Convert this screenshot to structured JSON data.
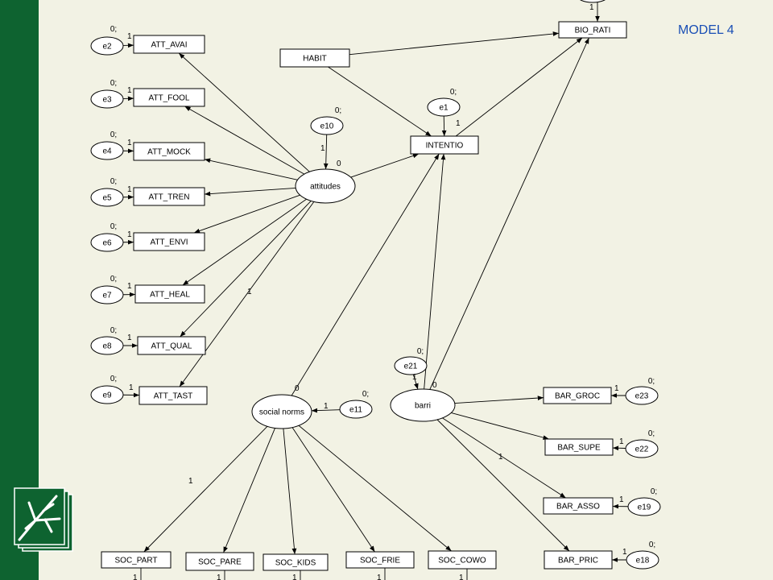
{
  "title": "MODEL 4",
  "colors": {
    "sidebar": "#0e6330",
    "background": "#f2f2e4",
    "title": "#1a4fb5"
  },
  "logo": "tree-book-logo",
  "observed": [
    {
      "id": "att_avai",
      "label": "ATT_AVAI"
    },
    {
      "id": "att_fool",
      "label": "ATT_FOOL"
    },
    {
      "id": "att_mock",
      "label": "ATT_MOCK"
    },
    {
      "id": "att_tren",
      "label": "ATT_TREN"
    },
    {
      "id": "att_envi",
      "label": "ATT_ENVI"
    },
    {
      "id": "att_heal",
      "label": "ATT_HEAL"
    },
    {
      "id": "att_qual",
      "label": "ATT_QUAL"
    },
    {
      "id": "att_tast",
      "label": "ATT_TAST"
    },
    {
      "id": "habit",
      "label": "HABIT"
    },
    {
      "id": "bio_rati",
      "label": "BIO_RATI"
    },
    {
      "id": "intentio",
      "label": "INTENTIO"
    },
    {
      "id": "bar_groc",
      "label": "BAR_GROC"
    },
    {
      "id": "bar_supe",
      "label": "BAR_SUPE"
    },
    {
      "id": "bar_asso",
      "label": "BAR_ASSO"
    },
    {
      "id": "bar_pric",
      "label": "BAR_PRIC"
    },
    {
      "id": "soc_part",
      "label": "SOC_PART"
    },
    {
      "id": "soc_pare",
      "label": "SOC_PARE"
    },
    {
      "id": "soc_kids",
      "label": "SOC_KIDS"
    },
    {
      "id": "soc_frie",
      "label": "SOC_FRIE"
    },
    {
      "id": "soc_cowo",
      "label": "SOC_COWO"
    }
  ],
  "latent": [
    {
      "id": "attitudes",
      "label": "attitudes"
    },
    {
      "id": "social_norms",
      "label": "social norms"
    },
    {
      "id": "barri",
      "label": "barri"
    }
  ],
  "errors": [
    {
      "id": "e2",
      "label": "e2",
      "mean": "0;",
      "weight": "1"
    },
    {
      "id": "e3",
      "label": "e3",
      "mean": "0;",
      "weight": "1"
    },
    {
      "id": "e4",
      "label": "e4",
      "mean": "0;",
      "weight": "1"
    },
    {
      "id": "e5",
      "label": "e5",
      "mean": "0;",
      "weight": "1"
    },
    {
      "id": "e6",
      "label": "e6",
      "mean": "0;",
      "weight": "1"
    },
    {
      "id": "e7",
      "label": "e7",
      "mean": "0;",
      "weight": "1"
    },
    {
      "id": "e8",
      "label": "e8",
      "mean": "0;",
      "weight": "1"
    },
    {
      "id": "e9",
      "label": "e9",
      "mean": "0;",
      "weight": "1"
    },
    {
      "id": "e10",
      "label": "e10",
      "mean": "0;",
      "weight": "1"
    },
    {
      "id": "e1",
      "label": "e1",
      "mean": "0;",
      "weight": "1"
    },
    {
      "id": "e11",
      "label": "e11",
      "mean": "0;",
      "weight": "1"
    },
    {
      "id": "e21",
      "label": "e21",
      "mean": "0;",
      "weight": "1"
    },
    {
      "id": "e23",
      "label": "e23",
      "mean": "0;",
      "weight": "1"
    },
    {
      "id": "e22",
      "label": "e22",
      "mean": "0;",
      "weight": "1"
    },
    {
      "id": "e19",
      "label": "e19",
      "mean": "0;",
      "weight": "1"
    },
    {
      "id": "e18",
      "label": "e18",
      "mean": "0;",
      "weight": "1"
    }
  ],
  "latent_means": {
    "attitudes": "0",
    "social_norms": "0",
    "barri": "0"
  },
  "path_labels": {
    "att_tast": "1",
    "soc_part": "1",
    "bar_supe": "1"
  },
  "paths": [
    {
      "from": "attitudes",
      "to": "att_avai"
    },
    {
      "from": "attitudes",
      "to": "att_fool"
    },
    {
      "from": "attitudes",
      "to": "att_mock"
    },
    {
      "from": "attitudes",
      "to": "att_tren"
    },
    {
      "from": "attitudes",
      "to": "att_envi"
    },
    {
      "from": "attitudes",
      "to": "att_heal"
    },
    {
      "from": "attitudes",
      "to": "att_qual"
    },
    {
      "from": "attitudes",
      "to": "att_tast"
    },
    {
      "from": "attitudes",
      "to": "intentio"
    },
    {
      "from": "habit",
      "to": "bio_rati"
    },
    {
      "from": "habit",
      "to": "intentio"
    },
    {
      "from": "intentio",
      "to": "bio_rati"
    },
    {
      "from": "barri",
      "to": "bio_rati"
    },
    {
      "from": "barri",
      "to": "intentio"
    },
    {
      "from": "social_norms",
      "to": "intentio"
    },
    {
      "from": "social_norms",
      "to": "soc_part"
    },
    {
      "from": "social_norms",
      "to": "soc_pare"
    },
    {
      "from": "social_norms",
      "to": "soc_kids"
    },
    {
      "from": "social_norms",
      "to": "soc_frie"
    },
    {
      "from": "social_norms",
      "to": "soc_cowo"
    },
    {
      "from": "barri",
      "to": "bar_groc"
    },
    {
      "from": "barri",
      "to": "bar_supe"
    },
    {
      "from": "barri",
      "to": "bar_asso"
    },
    {
      "from": "barri",
      "to": "bar_pric"
    }
  ],
  "bottom_weights": {
    "soc_part": "1",
    "soc_pare": "1",
    "soc_kids": "1",
    "soc_frie": "1",
    "soc_cowo": "1"
  },
  "top_weight": {
    "bio_rati": "1"
  }
}
